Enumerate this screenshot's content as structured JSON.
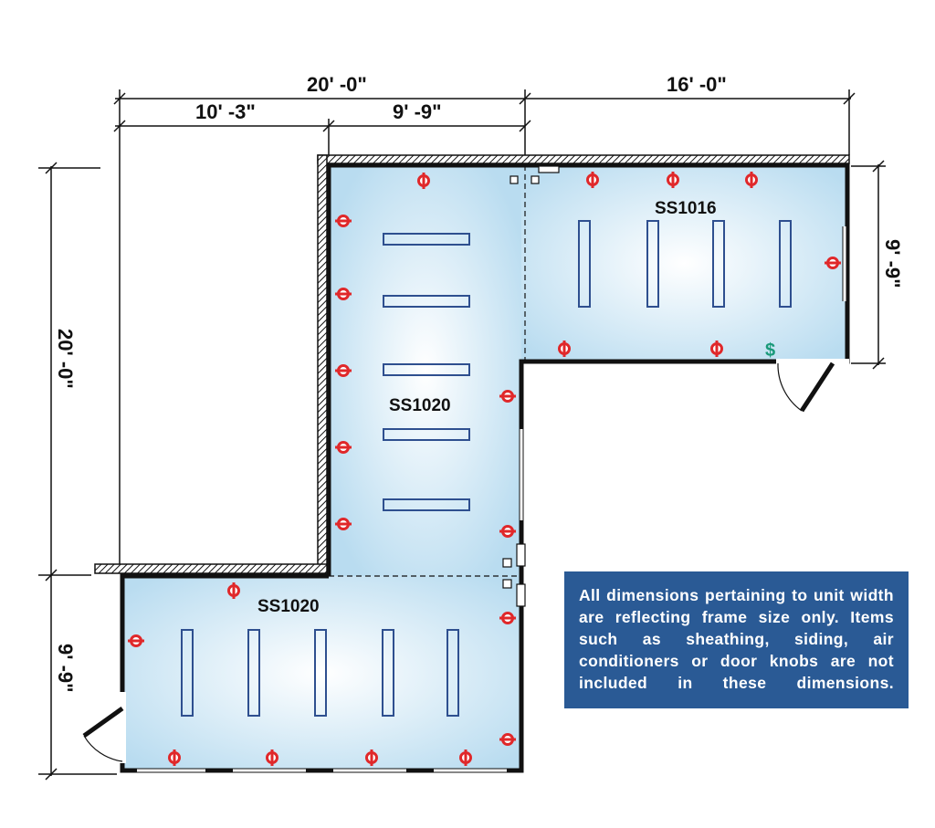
{
  "dimensions": {
    "overall_left_width": "20' -0\"",
    "overall_right_width": "16' -0\"",
    "left_segment": "10' -3\"",
    "middle_segment": "9' -9\"",
    "left_height_upper": "20' -0\"",
    "left_height_lower": "9' -9\"",
    "right_height": "9' -9\""
  },
  "rooms": {
    "vertical_unit": "SS1020",
    "bottom_unit": "SS1020",
    "right_unit": "SS1016"
  },
  "switch_symbol": "$",
  "note": "All dimensions pertaining to unit width are reflecting frame size only. Items such as sheathing, siding, air conditioners or door knobs are not included in these dimensions.",
  "colors": {
    "floor": "#cfe6f4",
    "floor_center": "#ffffff",
    "outlet": "#e0282a",
    "light_fixture": "#2e4f8f",
    "switch": "#1a9a7a",
    "note_background": "#2a5a95"
  }
}
